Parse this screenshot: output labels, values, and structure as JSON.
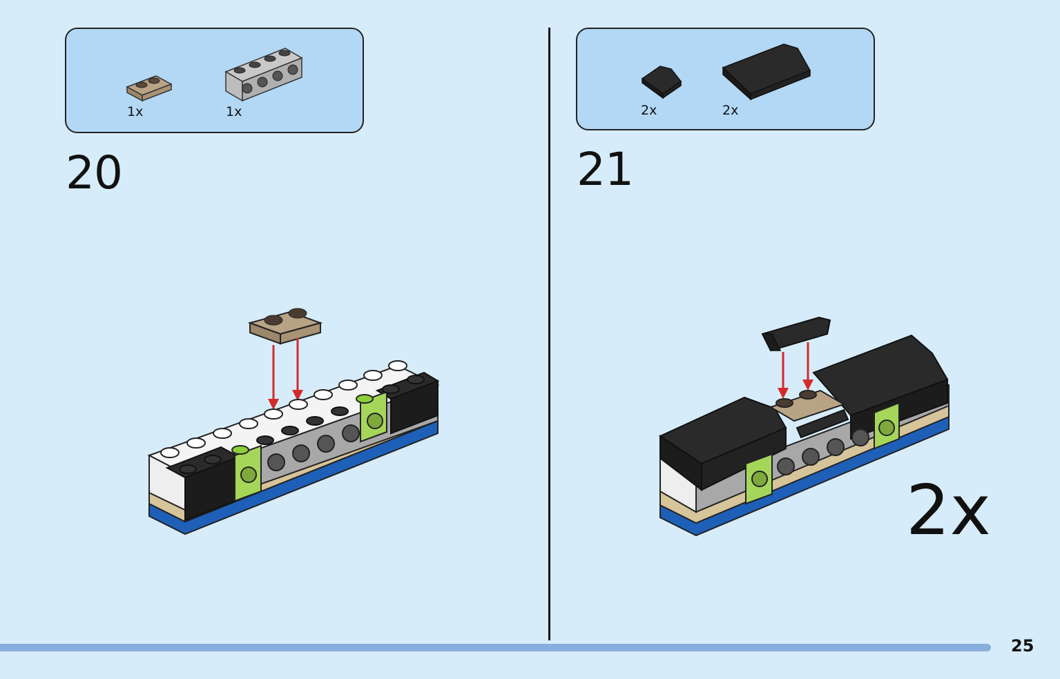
{
  "page_number": "25",
  "steps": [
    {
      "number": "20",
      "parts": [
        {
          "qty": "1x",
          "name": "tan-plate-1x2"
        },
        {
          "qty": "1x",
          "name": "gray-brick-1x4-studs-side"
        }
      ]
    },
    {
      "number": "21",
      "parts": [
        {
          "qty": "2x",
          "name": "black-slope-small"
        },
        {
          "qty": "2x",
          "name": "black-curved-slope-long"
        }
      ],
      "multiplier": "2x"
    }
  ],
  "colors": {
    "background": "#d6ecfa",
    "parts_box": "#b3d8f5",
    "arrow": "#d42a2a",
    "progress_bar": "#88aedc"
  }
}
